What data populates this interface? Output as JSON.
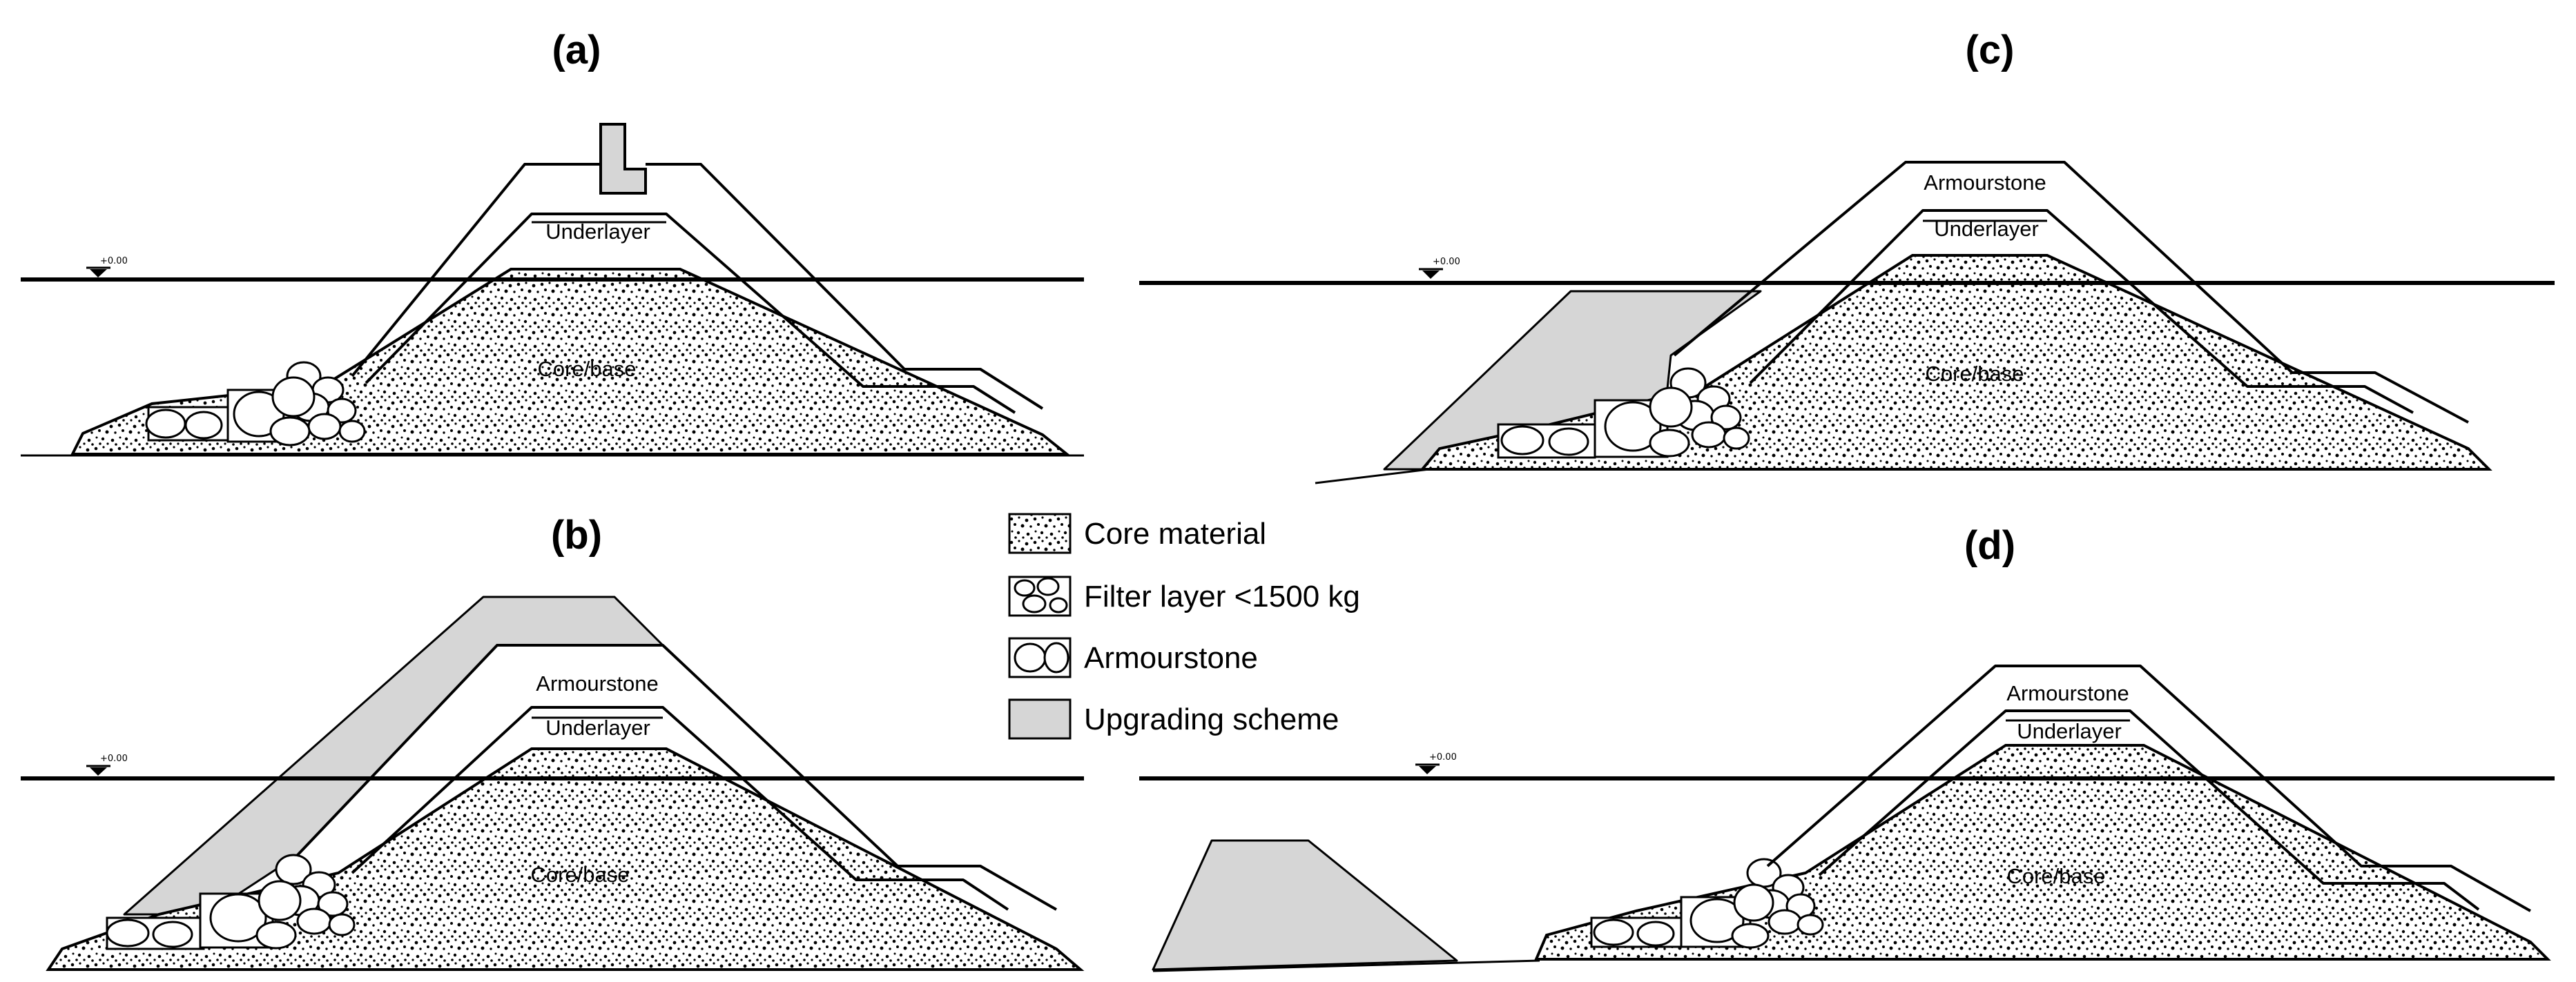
{
  "panels": {
    "a": {
      "letter": "(a)",
      "underlayer": "Underlayer",
      "core": "Core/base",
      "water_level": "+0.00"
    },
    "b": {
      "letter": "(b)",
      "armourstone": "Armourstone",
      "underlayer": "Underlayer",
      "core": "Core/base",
      "water_level": "+0.00"
    },
    "c": {
      "letter": "(c)",
      "armourstone": "Armourstone",
      "underlayer": "Underlayer",
      "core": "Core/base",
      "water_level": "+0.00"
    },
    "d": {
      "letter": "(d)",
      "armourstone": "Armourstone",
      "underlayer": "Underlayer",
      "core": "Core/base",
      "water_level": "+0.00"
    }
  },
  "legend": {
    "items": [
      {
        "label": "Core material",
        "swatch": "core-pattern"
      },
      {
        "label": "Filter layer <1500 kg",
        "swatch": "filter-pattern"
      },
      {
        "label": "Armourstone",
        "swatch": "armour-pattern"
      },
      {
        "label": "Upgrading scheme",
        "swatch": "upgrade-fill"
      }
    ]
  },
  "colors": {
    "upgrade_fill": "#d6d6d6",
    "line": "#000000",
    "background": "#ffffff"
  }
}
